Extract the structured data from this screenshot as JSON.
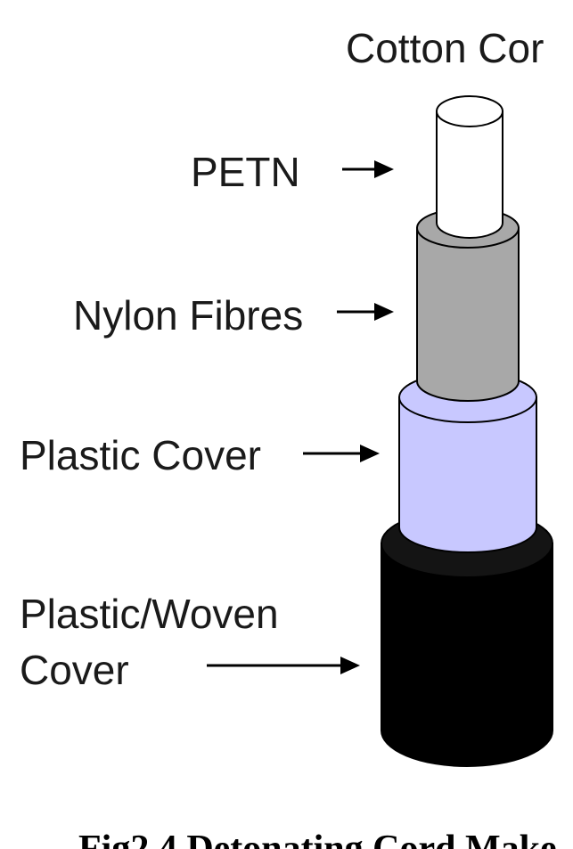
{
  "labels": {
    "cotton": "Cotton Cor",
    "petn": "PETN",
    "nylon": "Nylon Fibres",
    "plastic": "Plastic Cover",
    "woven_line1": "Plastic/Woven",
    "woven_line2": "Cover"
  },
  "caption": "Fig2.4 Detonating Cord Make",
  "colors": {
    "petn": "#ffffff",
    "nylon": "#a8a8a8",
    "plastic": "#c8c8ff",
    "woven": "#000000",
    "outline": "#000000"
  }
}
